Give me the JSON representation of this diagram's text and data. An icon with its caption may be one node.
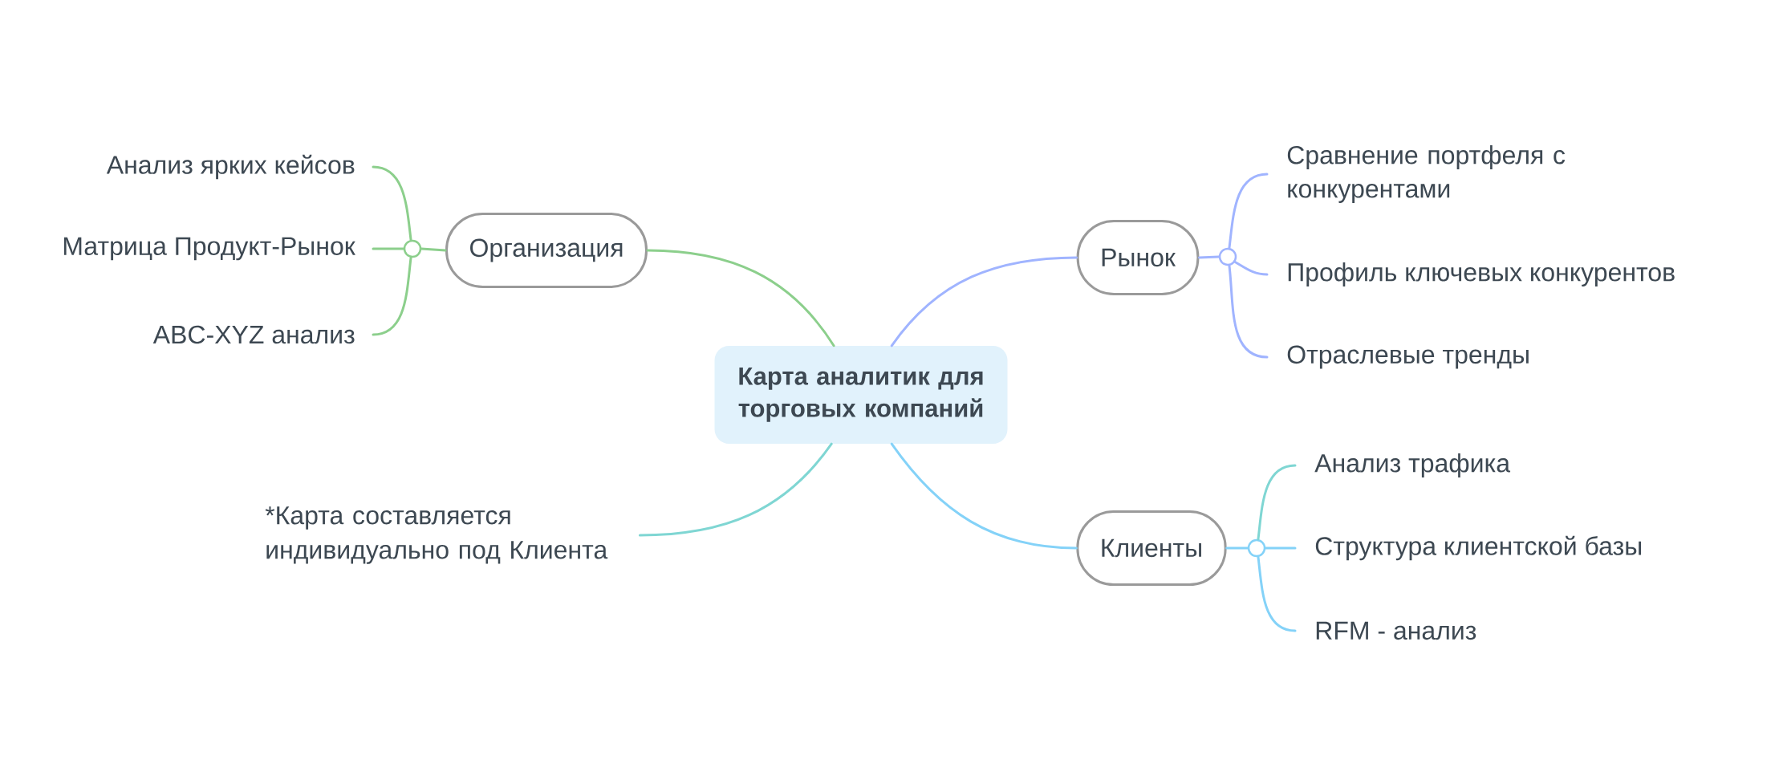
{
  "diagram": {
    "nodes": [
      {
        "text": [
          "Карта аналитик для торговых компаний"
        ]
      },
      {
        "text": [
          "Организация"
        ]
      },
      {
        "text": [],
        "shape": "circle"
      },
      {
        "text": [
          "Анализ ярких кейсов"
        ]
      },
      {
        "text": [
          "Матрица Продукт-Рынок"
        ]
      },
      {
        "text": [
          "ABC-XYZ анализ"
        ]
      },
      {
        "text": [
          "Рынок"
        ]
      },
      {
        "text": [],
        "shape": "circle"
      },
      {
        "text": [
          "Сравнение портфеля с конкурентами"
        ]
      },
      {
        "text": [
          "Профиль ключевых конкурентов"
        ]
      },
      {
        "text": [
          "Отраслевые тренды"
        ]
      },
      {
        "text": [
          "Клиенты"
        ]
      },
      {
        "text": [],
        "shape": "circle"
      },
      {
        "text": [
          "Анализ трафика"
        ]
      },
      {
        "text": [
          "Структура клиентской базы"
        ]
      },
      {
        "text": [
          "RFM - анализ"
        ]
      },
      {
        "text": [
          "*Карта составляется индивидуально под Клиента"
        ]
      }
    ],
    "edges": [
      {
        "from": 0,
        "to": 1,
        "arrow": "none",
        "color": "#8ccf8c"
      },
      {
        "from": 1,
        "to": 2,
        "arrow": "none",
        "color": "#8ccf8c"
      },
      {
        "from": 2,
        "to": 3,
        "arrow": "none",
        "color": "#8ccf8c"
      },
      {
        "from": 2,
        "to": 4,
        "arrow": "none",
        "color": "#8ccf8c"
      },
      {
        "from": 2,
        "to": 5,
        "arrow": "none",
        "color": "#8ccf8c"
      },
      {
        "from": 0,
        "to": 6,
        "arrow": "none",
        "color": "#a0b4ff"
      },
      {
        "from": 6,
        "to": 7,
        "arrow": "none",
        "color": "#a0b4ff"
      },
      {
        "from": 7,
        "to": 8,
        "arrow": "none",
        "color": "#a0b4ff"
      },
      {
        "from": 7,
        "to": 9,
        "arrow": "none",
        "color": "#a0b4ff"
      },
      {
        "from": 7,
        "to": 10,
        "arrow": "none",
        "color": "#a0b4ff"
      },
      {
        "from": 0,
        "to": 11,
        "arrow": "none",
        "color": "#84d2f8"
      },
      {
        "from": 11,
        "to": 12,
        "arrow": "none",
        "color": "#84d2f8"
      },
      {
        "from": 12,
        "to": 13,
        "arrow": "none",
        "color": "#7fd6d3"
      },
      {
        "from": 12,
        "to": 14,
        "arrow": "none",
        "color": "#84d2f8"
      },
      {
        "from": 12,
        "to": 15,
        "arrow": "none",
        "color": "#84d2f8"
      },
      {
        "from": 0,
        "to": 16,
        "arrow": "none",
        "color": "#7fd6d3"
      }
    ]
  }
}
